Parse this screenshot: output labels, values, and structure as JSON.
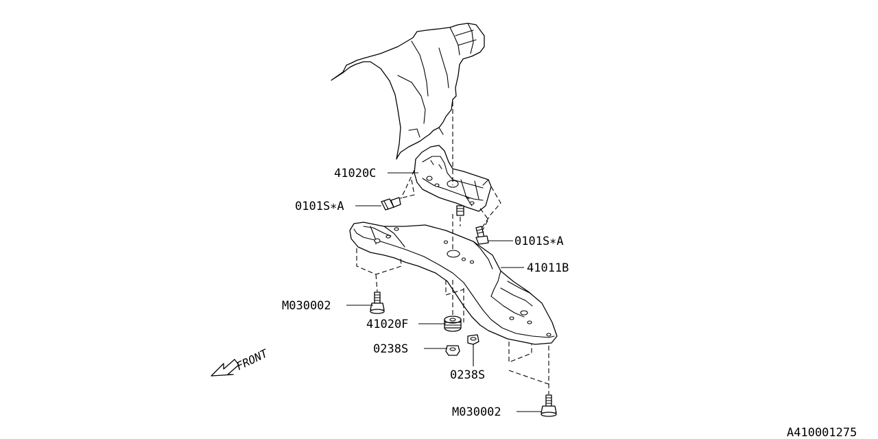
{
  "diagram": {
    "title": "Transmission mount and crossmember",
    "labels": {
      "bracket": "41020C",
      "bolt_left": "0101S∗A",
      "bolt_right": "0101S∗A",
      "crossmember": "41011B",
      "stud_left": "M030002",
      "cushion": "41020F",
      "nut_left": "0238S",
      "nut_right": "0238S",
      "stud_bottom": "M030002"
    },
    "front_indicator": "FRONT",
    "figure_code": "A410001275"
  }
}
